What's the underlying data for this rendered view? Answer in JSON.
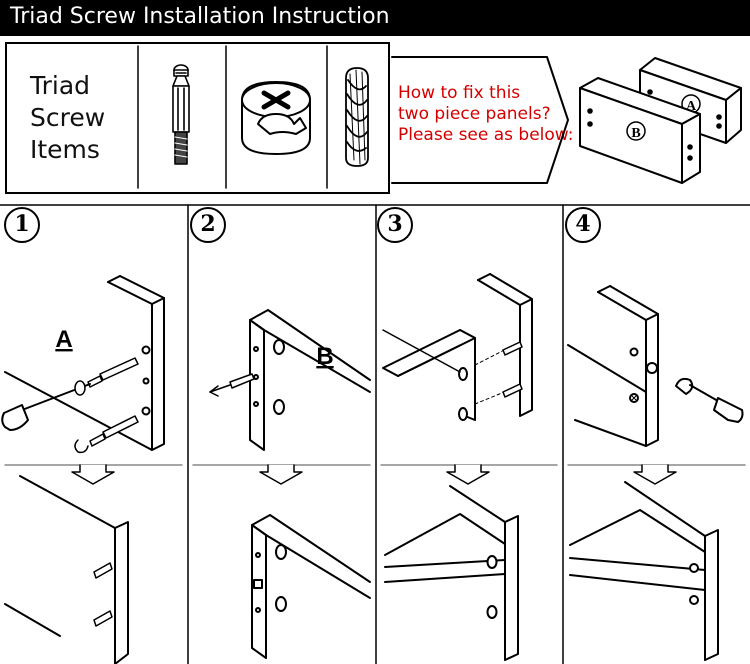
{
  "header": {
    "title": "Triad Screw Installation Instruction"
  },
  "items": {
    "label_lines": [
      "Triad",
      "Screw",
      "Items"
    ]
  },
  "callout": {
    "lines": [
      "How to fix this",
      "two piece panels?",
      "Please see as below:"
    ]
  },
  "panels": {
    "a_mark": "A",
    "b_mark": "B"
  },
  "steps": [
    {
      "number": "1",
      "panel_label": "A"
    },
    {
      "number": "2",
      "panel_label": "B"
    },
    {
      "number": "3"
    },
    {
      "number": "4"
    }
  ],
  "colors": {
    "header_bg": "#000000",
    "header_text": "#ffffff",
    "callout_text": "#d40000"
  },
  "icons": [
    "cam-bolt-icon",
    "cam-lock-icon",
    "wooden-dowel-icon",
    "screwdriver-icon",
    "down-arrow-icon"
  ]
}
